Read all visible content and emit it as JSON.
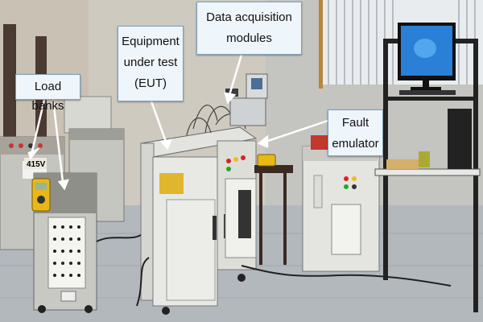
{
  "callouts": {
    "load_banks": "Load banks",
    "eut": "Equipment\nunder test\n(EUT)",
    "daq": "Data acquisition\nmodules",
    "fault": "Fault\nemulator"
  },
  "panel_text": {
    "load_bank_voltage": "415V"
  },
  "colors": {
    "callout_bg": "#eef5fb",
    "callout_border": "#7fa0b8",
    "cabinet": "#e6e6e2",
    "monitor_screen": "#2a7fd6",
    "arrow": "#ffffff"
  }
}
